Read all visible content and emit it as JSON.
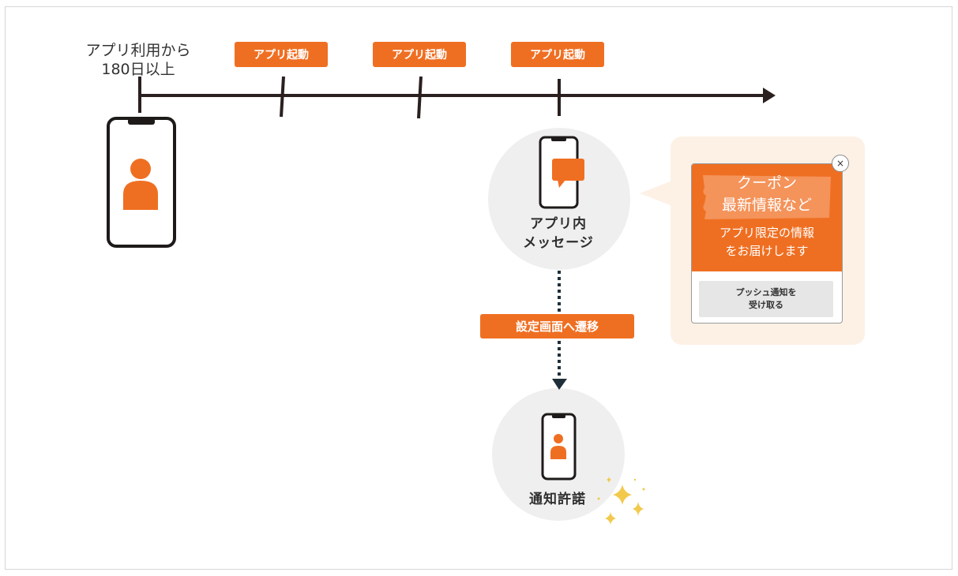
{
  "start_label_line1": "アプリ利用から",
  "start_label_line2": "180日以上",
  "launch_labels": [
    "アプリ起動",
    "アプリ起動",
    "アプリ起動"
  ],
  "in_app_message_line1": "アプリ内",
  "in_app_message_line2": "メッセージ",
  "settings_transition_label": "設定画面へ遷移",
  "notification_permission_label": "通知許諾",
  "popup": {
    "close_symbol": "×",
    "coupon_line1": "クーポン",
    "coupon_line2": "最新情報など",
    "desc_line1": "アプリ限定の情報",
    "desc_line2": "をお届けします",
    "push_button_line1": "プッシュ通知を",
    "push_button_line2": "受け取る"
  },
  "icons": [
    "smartphone-icon",
    "user-icon",
    "chat-bubble-icon",
    "sparkle-icon",
    "arrow-head-icon"
  ],
  "colors": {
    "accent": "#ef6f22",
    "accent_light": "#f4935a",
    "dark": "#2a2020",
    "panel": "#fdf1e6",
    "circle": "#efefef",
    "sparkle": "#f2c94c"
  }
}
